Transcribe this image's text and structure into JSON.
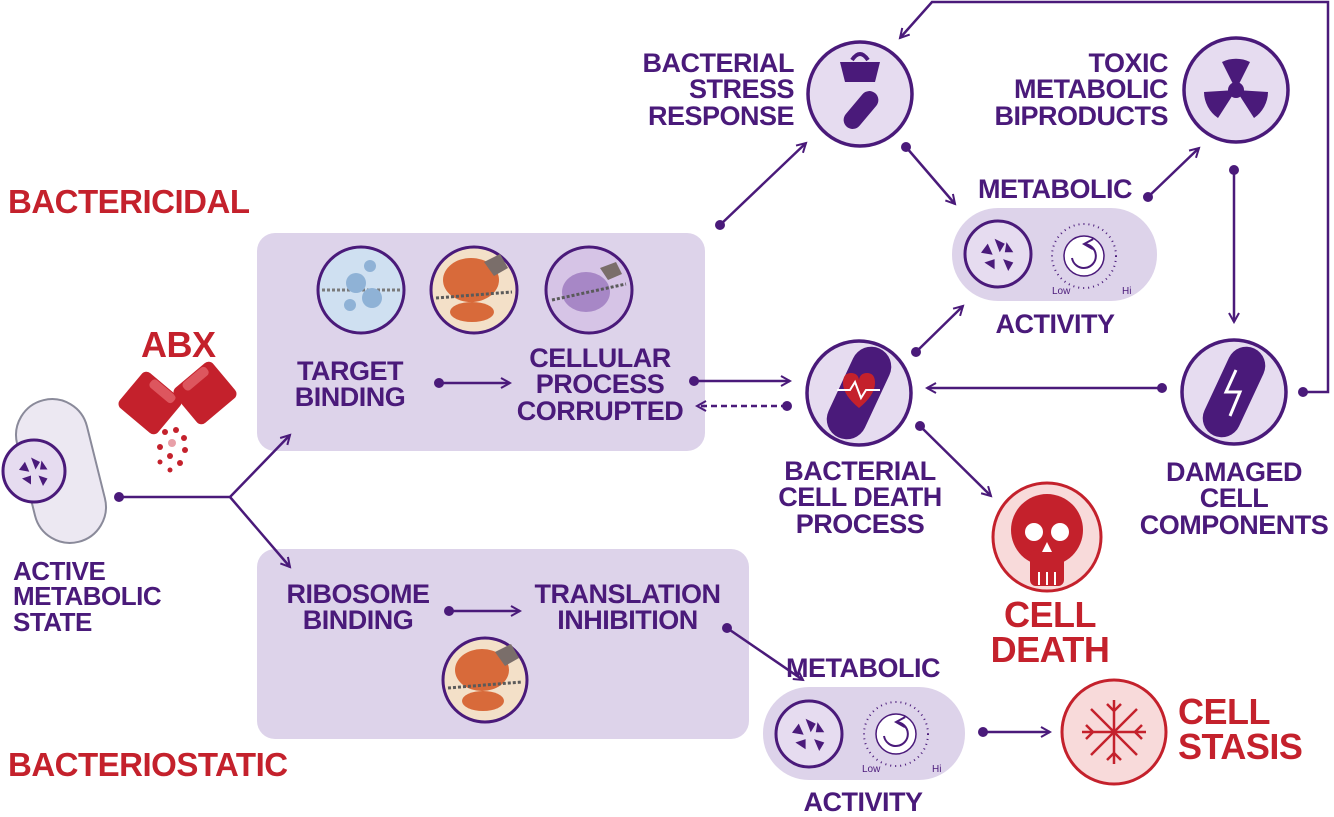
{
  "categories": {
    "bactericidal": "BACTERICIDAL",
    "bacteriostatic": "BACTERIOSTATIC",
    "abx": "ABX"
  },
  "nodes": {
    "active_state": "ACTIVE\nMETABOLIC\nSTATE",
    "target_binding": "TARGET\nBINDING",
    "cellular_process": "CELLULAR\nPROCESS\nCORRUPTED",
    "ribosome_binding": "RIBOSOME\nBINDING",
    "translation_inhibition": "TRANSLATION\nINHIBITION",
    "stress_response": "BACTERIAL\nSTRESS\nRESPONSE",
    "toxic_biproducts": "TOXIC\nMETABOLIC\nBIPRODUCTS",
    "metabolic_top": "METABOLIC",
    "activity_top": "ACTIVITY",
    "death_process": "BACTERIAL\nCELL DEATH\nPROCESS",
    "damaged_components": "DAMAGED\nCELL\nCOMPONENTS",
    "cell_death": "CELL DEATH",
    "metabolic_bottom": "METABOLIC",
    "activity_bottom": "ACTIVITY",
    "cell_stasis": "CELL\nSTASIS"
  },
  "knob": {
    "low": "Low",
    "hi": "Hi"
  },
  "colors": {
    "purple": "#4a1a7a",
    "red": "#c4212c",
    "panel": "#ddd3ea",
    "circle_fill": "#e6dcf0"
  },
  "icons": {
    "stress": "weight-and-pill-icon",
    "toxic": "radiation-icon",
    "death_process": "heartbeat-pill-icon",
    "damaged": "broken-pill-icon",
    "cell_death": "skull-icon",
    "cell_stasis": "snowflake-icon",
    "metabolism": "recycle-arrows-icon",
    "dial": "activity-dial-icon"
  }
}
